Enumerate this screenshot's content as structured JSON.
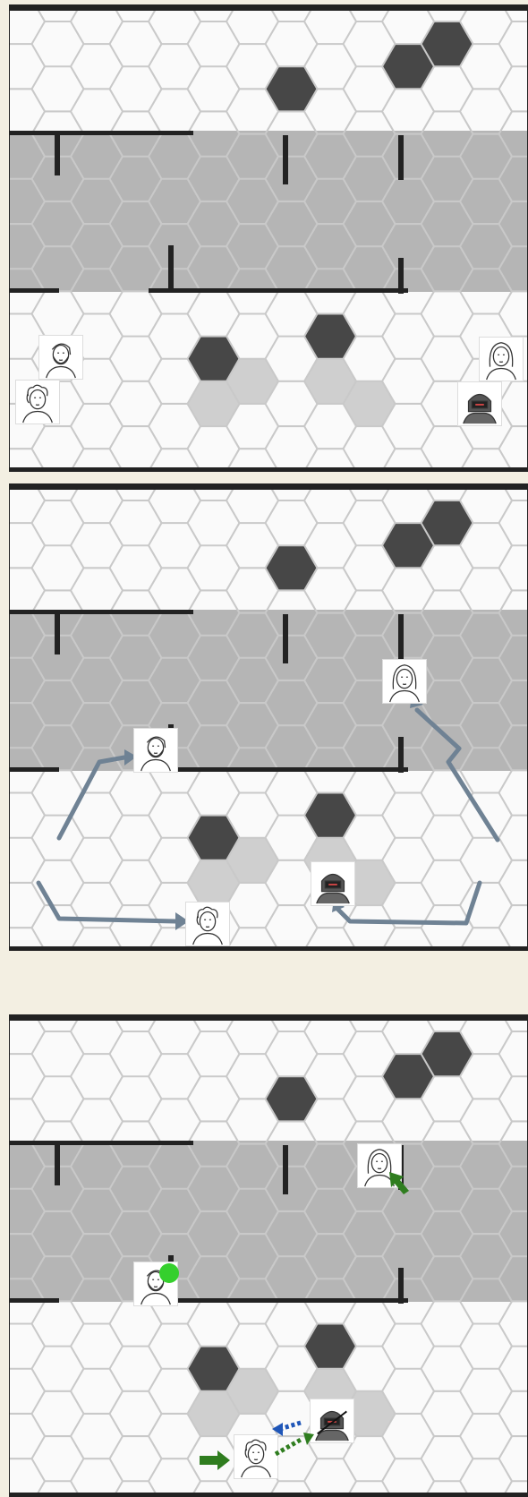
{
  "colors": {
    "hex_grid": "#c9c9c9",
    "obstacle_hex": "#474747",
    "difficult_hex": "#cfcfcf",
    "corridor": "#b5b5b5",
    "wall": "#222222",
    "move_arrow": "#6f8294",
    "attack_arrow": "#2f7d1f",
    "retreat_arrow": "#1f56b8",
    "ready_marker": "#35d02d",
    "background": "#f3efe2"
  },
  "panels": [
    {
      "name": "panel-1",
      "tokens": [
        {
          "id": "bearded-man",
          "icon": "bearded-man-portrait-icon"
        },
        {
          "id": "curly-hair-man",
          "icon": "curly-hair-man-portrait-icon"
        },
        {
          "id": "hooded-woman",
          "icon": "hooded-woman-portrait-icon"
        },
        {
          "id": "armored-robot",
          "icon": "robot-portrait-icon"
        }
      ]
    },
    {
      "name": "panel-2",
      "tokens": [
        {
          "id": "bearded-man",
          "icon": "bearded-man-portrait-icon"
        },
        {
          "id": "curly-hair-man",
          "icon": "curly-hair-man-portrait-icon"
        },
        {
          "id": "hooded-woman",
          "icon": "hooded-woman-portrait-icon"
        },
        {
          "id": "armored-robot",
          "icon": "robot-portrait-icon"
        }
      ],
      "arrows": "movement"
    },
    {
      "name": "panel-3",
      "tokens": [
        {
          "id": "bearded-man",
          "icon": "bearded-man-portrait-icon",
          "status": "ready"
        },
        {
          "id": "curly-hair-man",
          "icon": "curly-hair-man-portrait-icon"
        },
        {
          "id": "hooded-woman",
          "icon": "hooded-woman-portrait-icon"
        },
        {
          "id": "armored-robot",
          "icon": "robot-portrait-icon",
          "status": "defeated"
        }
      ],
      "arrows": "combat"
    }
  ]
}
